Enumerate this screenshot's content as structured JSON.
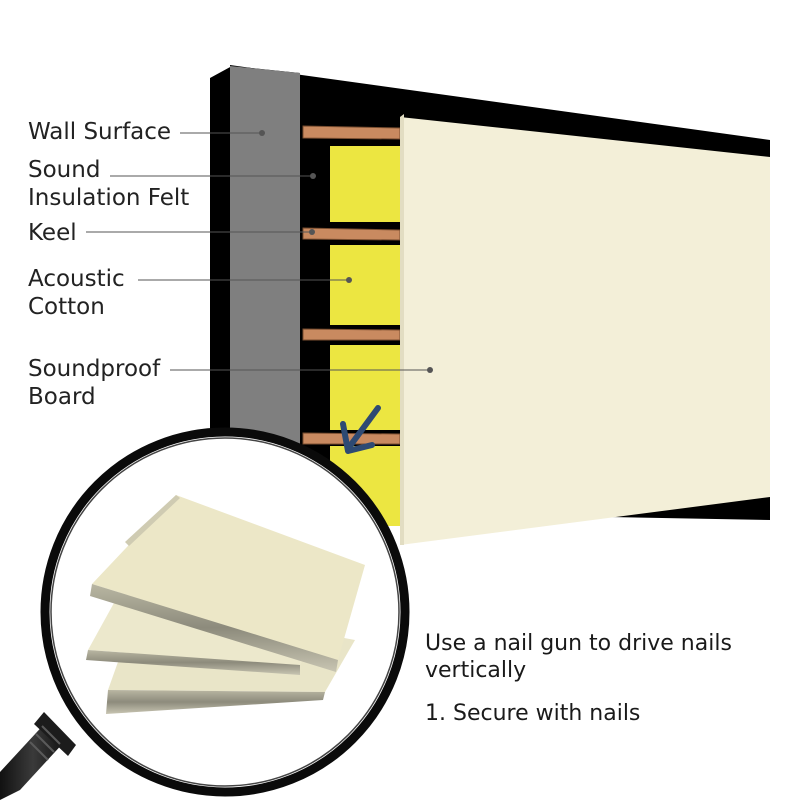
{
  "labels": {
    "wall_surface": "Wall Surface",
    "felt_line1": "Sound",
    "felt_line2": "Insulation Felt",
    "keel": "Keel",
    "cotton_line1": "Acoustic",
    "cotton_line2": "Cotton",
    "board_line1": "Soundproof",
    "board_line2": "Board"
  },
  "notes": {
    "instruction": "Use a nail gun to drive nails vertically",
    "step": "1. Secure with nails"
  },
  "colors": {
    "wall": "#7f7f7f",
    "cavity": "#000000",
    "keel": "#c98a60",
    "cotton": "#ece641",
    "board": "#f3efd8",
    "arrow": "#2e4a73"
  },
  "icons": {
    "arrow": "nail-direction-arrow-icon",
    "magnifier": "magnifier-icon"
  }
}
